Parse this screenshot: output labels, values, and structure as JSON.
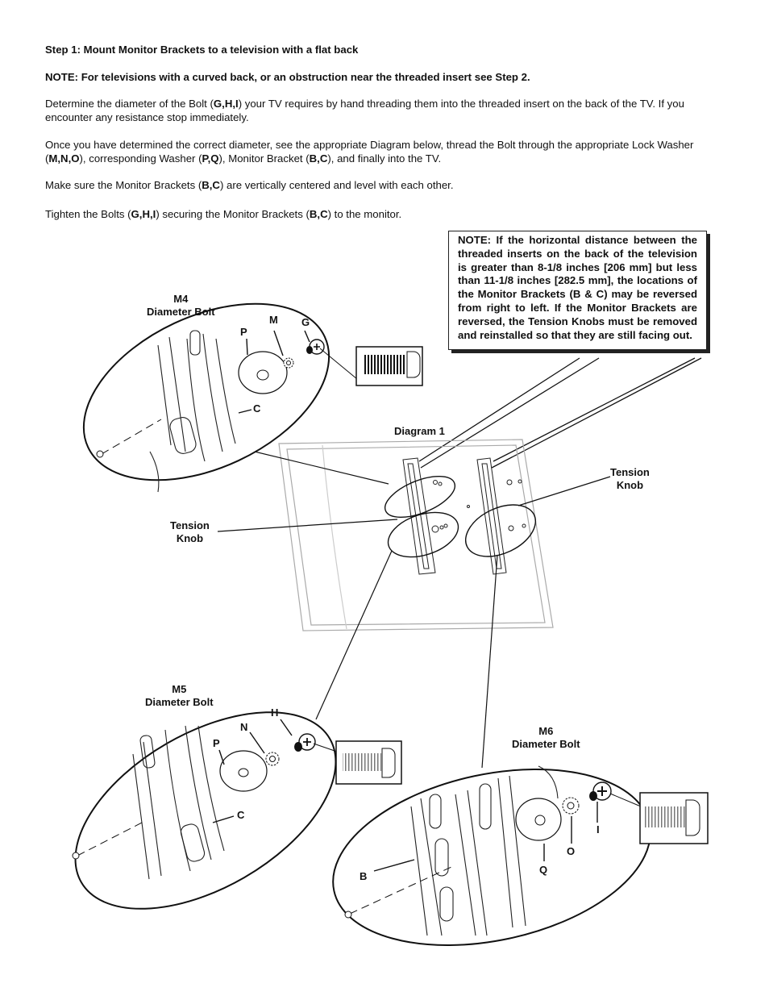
{
  "heading": "Step 1: Mount Monitor Brackets to a television with a flat back",
  "note_line": "NOTE: For televisions with a curved back, or an obstruction near the threaded insert see Step 2.",
  "para1": {
    "a": "Determine the diameter of the Bolt (",
    "b": "G,H,I",
    "c": ") your TV requires by hand threading them into the threaded insert on the back of the TV. If you encounter any resistance stop immediately."
  },
  "para2": {
    "a": "Once you have determined the correct diameter, see the appropriate Diagram below, thread the Bolt through the appropriate Lock Washer (",
    "b": "M,N,O",
    "c": "), corresponding Washer (",
    "d": "P,Q",
    "e": "), Monitor Bracket (",
    "f": "B,C",
    "g": "), and finally into the TV."
  },
  "para3": {
    "a": "Make sure the Monitor Brackets (",
    "b": "B,C",
    "c": ") are vertically centered and level with each other."
  },
  "para4": {
    "a": "Tighten the Bolts (",
    "b": "G,H,I",
    "c": ") securing the Monitor Brackets (",
    "d": "B,C",
    "e": ") to the monitor."
  },
  "note_box": "NOTE: If the horizontal distance between the threaded inserts on the back of the television is greater than 8-1/8 inches [206 mm] but less than 11-1/8 inches [282.5 mm], the locations of the Monitor Brackets (B & C) may be reversed from right to left. If the Monitor Brackets are reversed, the Tension Knobs must be removed and reinstalled so that they are still facing out.",
  "diagram": {
    "title": "Diagram 1",
    "tension_knob_left": [
      "Tension",
      "Knob"
    ],
    "tension_knob_right": [
      "Tension",
      "Knob"
    ],
    "m4": {
      "size": "M4",
      "caption": "Diameter Bolt",
      "P": "P",
      "M": "M",
      "G": "G",
      "C": "C"
    },
    "m5": {
      "size": "M5",
      "caption": "Diameter Bolt",
      "H": "H",
      "N": "N",
      "P": "P",
      "C": "C"
    },
    "m6": {
      "size": "M6",
      "caption": "Diameter Bolt",
      "I": "I",
      "O": "O",
      "Q": "Q",
      "B": "B"
    }
  }
}
